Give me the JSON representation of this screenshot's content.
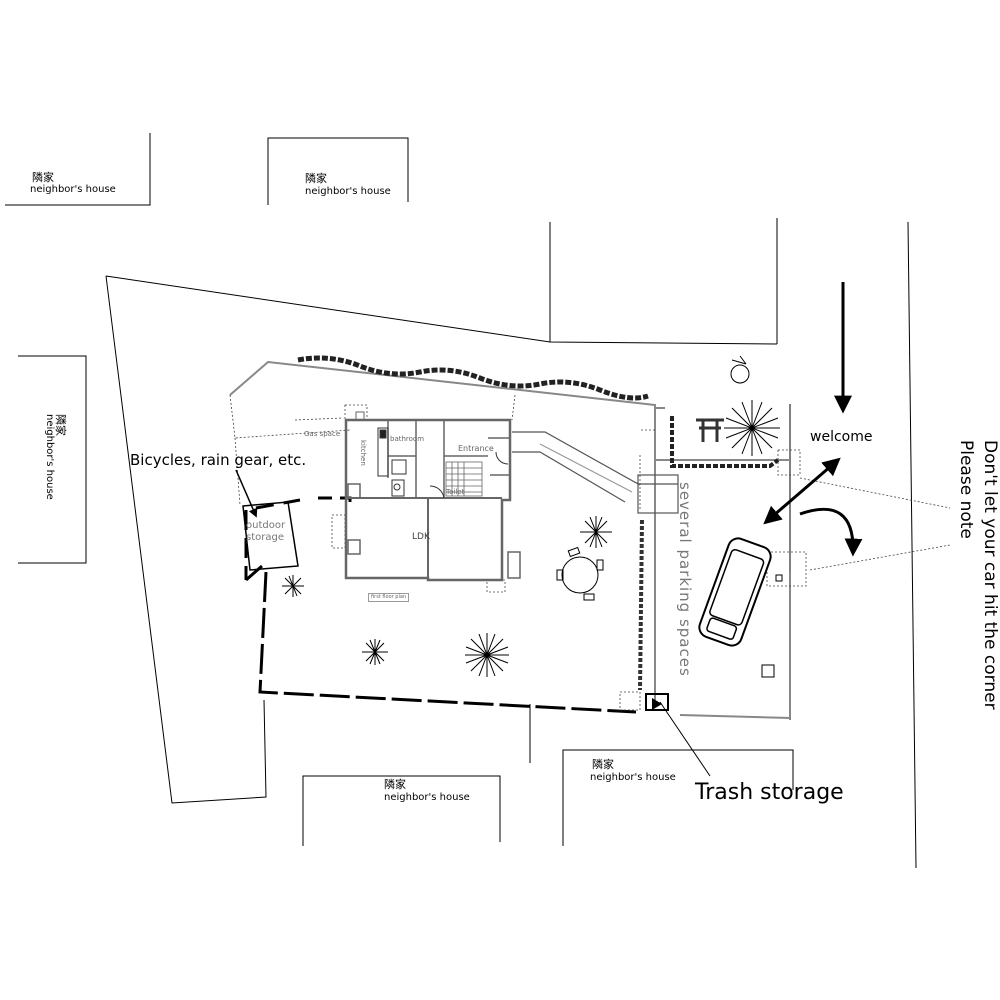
{
  "neighbors": [
    {
      "ja": "隣家",
      "en": "neighbor's house"
    },
    {
      "ja": "隣家",
      "en": "neighbor's house"
    },
    {
      "ja": "隣家",
      "en": "neighbor's house"
    },
    {
      "ja": "隣家",
      "en": "neighbor's house"
    },
    {
      "ja": "隣家",
      "en": "neighbor's house"
    }
  ],
  "labels": {
    "bicycles": "Bicycles, rain gear, etc.",
    "outdoor_storage": "outdoor storage",
    "welcome": "welcome",
    "car_warning_line1": "Don't let your car hit the corner",
    "car_warning_line2": "Please note",
    "parking": "several parking spaces",
    "trash": "Trash storage"
  },
  "rooms": {
    "gas": "Gas space",
    "kitchen": "kitchen",
    "bathroom": "bathroom",
    "entrance": "Entrance",
    "toilet": "Toilet",
    "ldk": "LDK",
    "floorplan": "first floor plan"
  }
}
